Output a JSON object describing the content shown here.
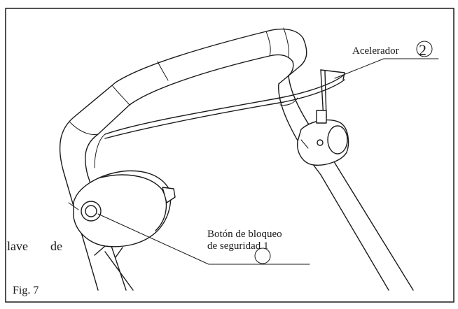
{
  "figure": {
    "caption": "Fig. 7",
    "labels": {
      "accelerator": "Acelerador",
      "accelerator_number": "2",
      "lock_button_line1": "Botón de bloqueo",
      "lock_button_line2": "de seguridad 1",
      "cut_off_text_1": "lave",
      "cut_off_text_2": "de"
    }
  }
}
